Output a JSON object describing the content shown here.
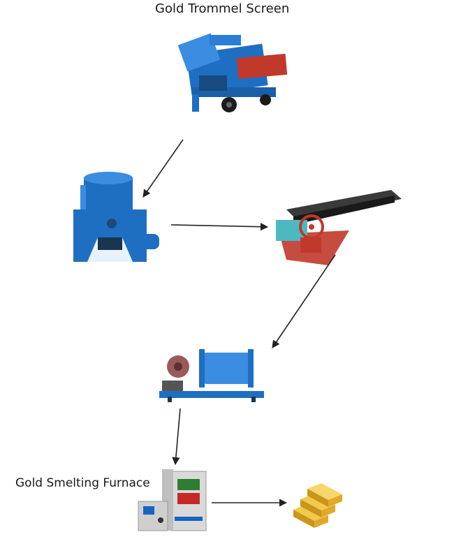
{
  "labels": {
    "trommel": "Gold Trommel Screen",
    "furnace": "Gold Smelting Furnace"
  },
  "machines": [
    {
      "id": "trommel",
      "icon": "trommel-screen-icon"
    },
    {
      "id": "centrifugal",
      "icon": "centrifugal-concentrator-icon"
    },
    {
      "id": "shaking-table",
      "icon": "shaking-table-icon"
    },
    {
      "id": "ball-mill",
      "icon": "amalgamation-ball-mill-icon"
    },
    {
      "id": "furnace",
      "icon": "smelting-furnace-icon"
    },
    {
      "id": "gold-bars",
      "icon": "gold-bars-icon"
    }
  ],
  "colors": {
    "machine_blue": "#1e6fc2",
    "machine_blue_light": "#3a8de0",
    "frame_dark": "#1b3550",
    "table_red": "#c0392b",
    "gold": "#e6b422",
    "arrow": "#222222"
  }
}
